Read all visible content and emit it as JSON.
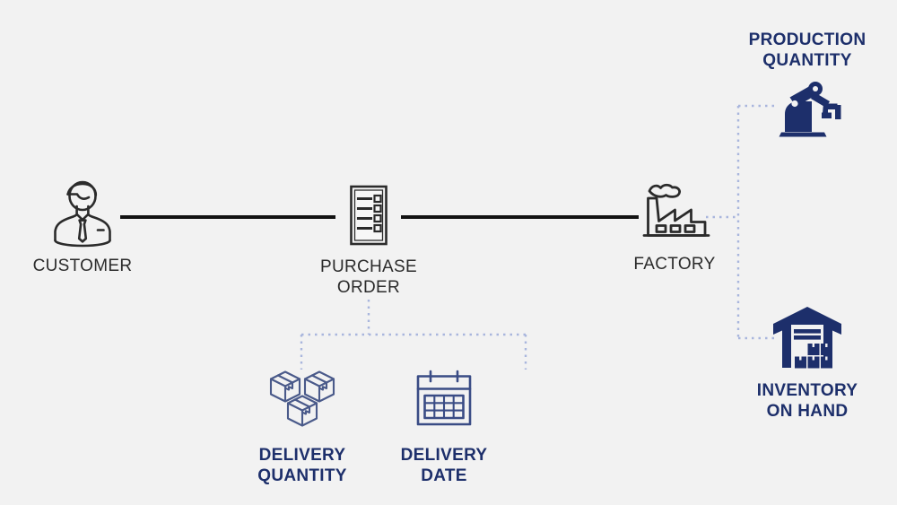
{
  "diagram": {
    "title": "Supply chain order flow diagram",
    "background_color": "#f2f2f2",
    "solid_line_color": "#121212",
    "dotted_line_color": "#a9b6dd",
    "navy_color": "#1d2f6b",
    "dark_text_color": "#2b2b2b",
    "muted_navy_color": "#4a5a8a"
  },
  "nodes": {
    "customer": {
      "label": "CUSTOMER",
      "icon": "businessperson-icon",
      "style": "outline-dark"
    },
    "purchase_order": {
      "label": "PURCHASE\nORDER",
      "icon": "document-checklist-icon",
      "style": "outline-dark"
    },
    "factory": {
      "label": "FACTORY",
      "icon": "factory-icon",
      "style": "outline-dark"
    },
    "production_quantity": {
      "label": "PRODUCTION\nQUANTITY",
      "icon": "robot-arm-icon",
      "style": "filled-navy"
    },
    "inventory_on_hand": {
      "label": "INVENTORY\nON HAND",
      "icon": "warehouse-icon",
      "style": "filled-navy"
    },
    "delivery_quantity": {
      "label": "DELIVERY\nQUANTITY",
      "icon": "boxes-icon",
      "style": "outline-navy"
    },
    "delivery_date": {
      "label": "DELIVERY\nDATE",
      "icon": "calendar-icon",
      "style": "outline-navy"
    }
  },
  "connectors": {
    "customer_to_purchase_order": {
      "type": "solid"
    },
    "purchase_order_to_factory": {
      "type": "solid"
    },
    "purchase_order_to_delivery_attributes": {
      "type": "dotted"
    },
    "factory_to_production_and_inventory": {
      "type": "dotted"
    }
  }
}
